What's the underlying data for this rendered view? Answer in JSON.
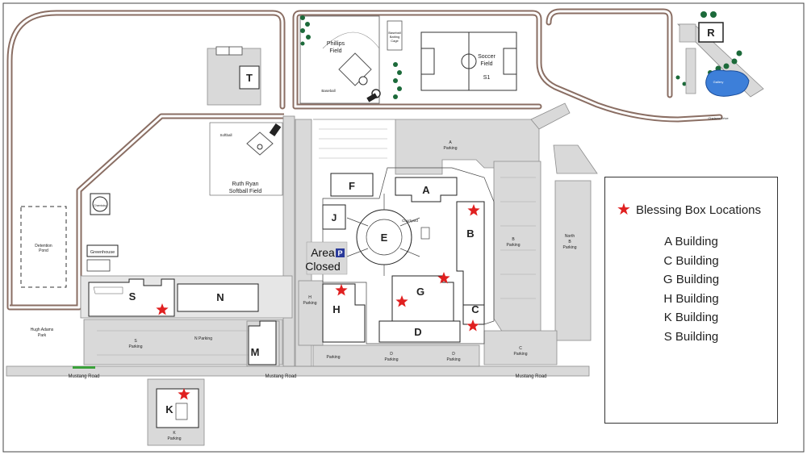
{
  "labels": {
    "phillips_field": "Phillips\nField",
    "baseball": "Baseball",
    "batting_cage": "Baseball\nBatting\nCage",
    "soccer_field": "Soccer\nField",
    "s1": "S1",
    "softball": "Softball",
    "ruth_ryan": "Ruth Ryan\nSoftball Field",
    "chemistry": "Chemistry",
    "greenhouse": "Greenhouse",
    "detention_pond": "Detention\nPond",
    "hugh_adams_park": "Hugh Adams\nPark",
    "mustang_road": "Mustang Road",
    "area_closed": "Area\nClosed",
    "parking_p": "P",
    "courtyard": "Courtyard",
    "a_parking": "A\nParking",
    "b_parking": "B\nParking",
    "north_b_parking": "North\nB\nParking",
    "c_parking": "C\nParking",
    "d_parking": "D\nParking",
    "h_parking": "H\nParking",
    "s_parking": "S\nParking",
    "n_parking": "N  Parking",
    "k_parking": "K\nParking",
    "parking": "Parking",
    "chelsea_drive": "Chelsea Drive",
    "gallery": "Gallery"
  },
  "buildings": {
    "a": "A",
    "b": "B",
    "c": "C",
    "d": "D",
    "e": "E",
    "f": "F",
    "g": "G",
    "h": "H",
    "j": "J",
    "k": "K",
    "m": "M",
    "n": "N",
    "r": "R",
    "s": "S",
    "t": "T"
  },
  "legend": {
    "title": "Blessing Box Locations",
    "items": [
      "A Building",
      "C Building",
      "G Building",
      "H Building",
      "K Building",
      "S Building"
    ]
  },
  "colors": {
    "pavement": "#d9d9d9",
    "road": "#cfcfcf",
    "track": "#8a6e63",
    "star": "#e02020",
    "water": "#3d7fd9",
    "tree": "#1c6a3a",
    "parking_sign": "#2a3a9a"
  }
}
